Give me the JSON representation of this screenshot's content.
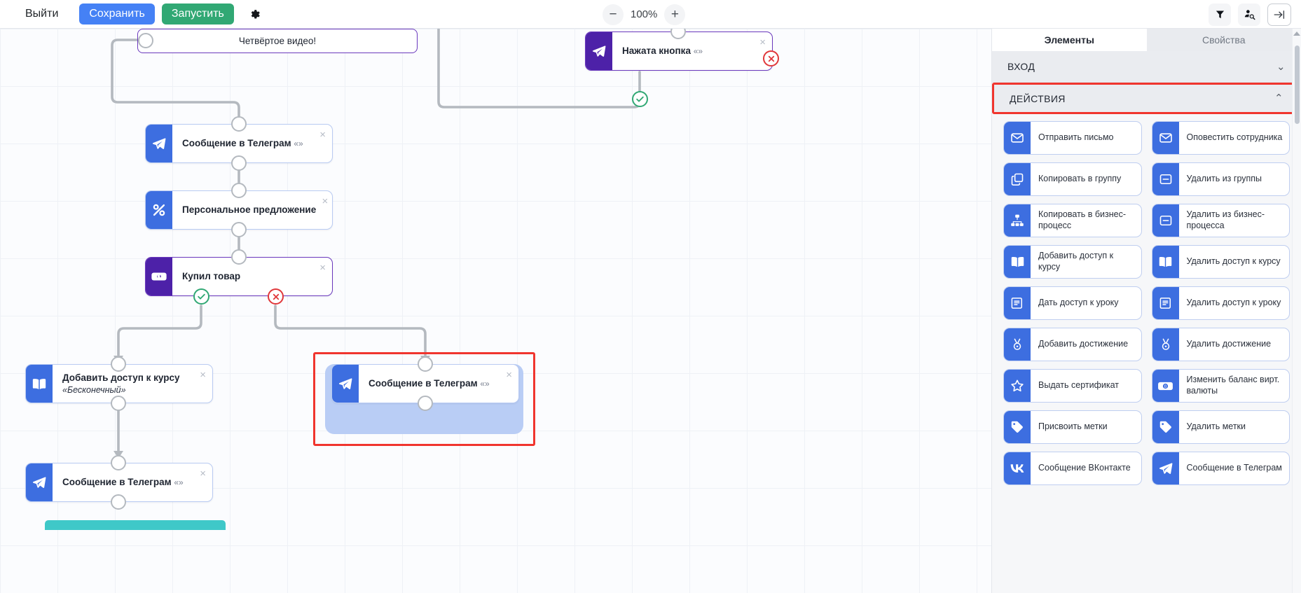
{
  "toolbar": {
    "exit_label": "Выйти",
    "save_label": "Сохранить",
    "run_label": "Запустить",
    "gear_icon": "gear-icon",
    "zoom_out_label": "−",
    "zoom_level": "100%",
    "zoom_in_label": "+",
    "filter_icon": "filter-icon",
    "user_search_icon": "user-search-icon",
    "collapse_icon": "collapse-panel-icon"
  },
  "canvas": {
    "text_node": {
      "label": "Четвёртое видео!"
    },
    "nodes": [
      {
        "id": "n-telegram-button",
        "title": "Нажата кнопка",
        "quotes": "«»",
        "sub": "",
        "icon": "telegram-icon",
        "color": "purple"
      },
      {
        "id": "n-telegram-1",
        "title": "Сообщение в Телеграм",
        "quotes": "«»",
        "sub": "",
        "icon": "telegram-icon",
        "color": "blue"
      },
      {
        "id": "n-personal-offer",
        "title": "Персональное предложение",
        "quotes": "",
        "sub": "",
        "icon": "percent-icon",
        "color": "blue"
      },
      {
        "id": "n-bought",
        "title": "Купил товар",
        "quotes": "",
        "sub": "",
        "icon": "banknote-icon",
        "color": "purple"
      },
      {
        "id": "n-course-access",
        "title": "Добавить доступ к курсу",
        "quotes": "",
        "sub": "«Бесконечный»",
        "icon": "book-icon",
        "color": "blue"
      },
      {
        "id": "n-telegram-selected",
        "title": "Сообщение в Телеграм",
        "quotes": "«»",
        "sub": "",
        "icon": "telegram-icon",
        "color": "blue"
      },
      {
        "id": "n-telegram-2",
        "title": "Сообщение в Телеграм",
        "quotes": "«»",
        "sub": "",
        "icon": "telegram-icon",
        "color": "blue"
      }
    ],
    "close_glyph": "×"
  },
  "panel": {
    "tabs": [
      {
        "id": "tab-elements",
        "label": "Элементы",
        "active": true
      },
      {
        "id": "tab-properties",
        "label": "Свойства",
        "active": false
      }
    ],
    "sections": [
      {
        "id": "sect-entry",
        "label": "ВХОД",
        "chevron": "⌄",
        "accent": "#2fa872",
        "expanded": false
      },
      {
        "id": "sect-actions",
        "label": "ДЕЙСТВИЯ",
        "chevron": "⌃",
        "accent": "#3d6ee0",
        "expanded": true,
        "highlighted": true
      }
    ],
    "actions": [
      {
        "label": "Отправить письмо",
        "icon": "envelope-icon"
      },
      {
        "label": "Оповестить сотрудника",
        "icon": "envelope-icon"
      },
      {
        "label": "Копировать в группу",
        "icon": "copy-icon"
      },
      {
        "label": "Удалить из группы",
        "icon": "minus-box-icon"
      },
      {
        "label": "Копировать в бизнес-процесс",
        "icon": "sitemap-icon"
      },
      {
        "label": "Удалить из бизнес-процесса",
        "icon": "minus-box-icon"
      },
      {
        "label": "Добавить доступ к курсу",
        "icon": "book-icon"
      },
      {
        "label": "Удалить доступ к курсу",
        "icon": "book-icon"
      },
      {
        "label": "Дать доступ к уроку",
        "icon": "lesson-icon"
      },
      {
        "label": "Удалить доступ к уроку",
        "icon": "lesson-icon"
      },
      {
        "label": "Добавить достижение",
        "icon": "medal-icon"
      },
      {
        "label": "Удалить достижение",
        "icon": "medal-icon"
      },
      {
        "label": "Выдать сертификат",
        "icon": "star-icon"
      },
      {
        "label": "Изменить баланс вирт. валюты",
        "icon": "banknote-icon"
      },
      {
        "label": "Присвоить метки",
        "icon": "tag-icon"
      },
      {
        "label": "Удалить метки",
        "icon": "tag-icon"
      },
      {
        "label": "Сообщение ВКонтакте",
        "icon": "vk-icon"
      },
      {
        "label": "Сообщение в Телеграм",
        "icon": "telegram-icon",
        "highlighted": true
      }
    ]
  },
  "colors": {
    "primary_blue": "#3d6ee0",
    "save_blue": "#4581f5",
    "run_green": "#31a874",
    "node_purple": "#4d21a8",
    "highlight_red": "#f0352e",
    "ok_green": "#31a874",
    "bad_red": "#e0373a",
    "teal": "#3fc8c8"
  }
}
